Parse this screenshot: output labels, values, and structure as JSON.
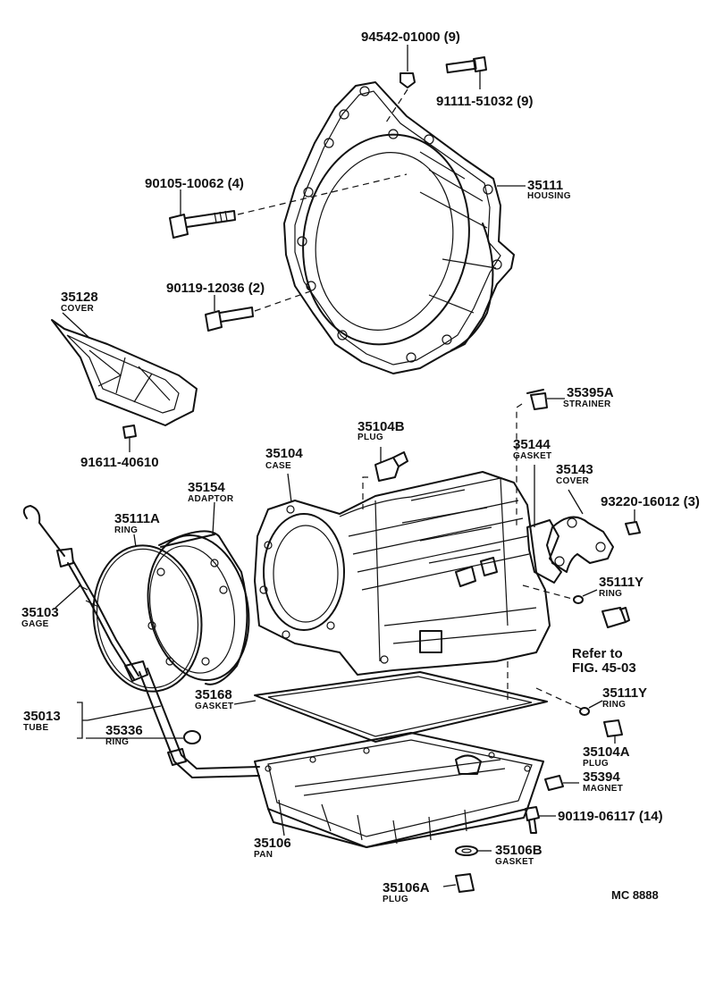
{
  "diagram": {
    "labels": [
      {
        "id": "l-94542",
        "num": "94542-01000 (9)",
        "sub": ""
      },
      {
        "id": "l-91111",
        "num": "91111-51032 (9)",
        "sub": ""
      },
      {
        "id": "l-35111",
        "num": "35111",
        "sub": "HOUSING"
      },
      {
        "id": "l-90105",
        "num": "90105-10062 (4)",
        "sub": ""
      },
      {
        "id": "l-90119a",
        "num": "90119-12036 (2)",
        "sub": ""
      },
      {
        "id": "l-35128",
        "num": "35128",
        "sub": "COVER"
      },
      {
        "id": "l-91611",
        "num": "91611-40610",
        "sub": ""
      },
      {
        "id": "l-35395A",
        "num": "35395A",
        "sub": "STRAINER"
      },
      {
        "id": "l-35104B",
        "num": "35104B",
        "sub": "PLUG"
      },
      {
        "id": "l-35104",
        "num": "35104",
        "sub": "CASE"
      },
      {
        "id": "l-35144",
        "num": "35144",
        "sub": "GASKET"
      },
      {
        "id": "l-35143",
        "num": "35143",
        "sub": "COVER"
      },
      {
        "id": "l-93220",
        "num": "93220-16012 (3)",
        "sub": ""
      },
      {
        "id": "l-35154",
        "num": "35154",
        "sub": "ADAPTOR"
      },
      {
        "id": "l-35111A",
        "num": "35111A",
        "sub": "RING"
      },
      {
        "id": "l-35111Y-a",
        "num": "35111Y",
        "sub": "RING"
      },
      {
        "id": "l-35103",
        "num": "35103",
        "sub": "GAGE"
      },
      {
        "id": "l-35168",
        "num": "35168",
        "sub": "GASKET"
      },
      {
        "id": "l-35111Y-b",
        "num": "35111Y",
        "sub": "RING"
      },
      {
        "id": "l-35013",
        "num": "35013",
        "sub": "TUBE"
      },
      {
        "id": "l-35336",
        "num": "35336",
        "sub": "RING"
      },
      {
        "id": "l-35104A",
        "num": "35104A",
        "sub": "PLUG"
      },
      {
        "id": "l-35394",
        "num": "35394",
        "sub": "MAGNET"
      },
      {
        "id": "l-90119b",
        "num": "90119-06117 (14)",
        "sub": ""
      },
      {
        "id": "l-35106",
        "num": "35106",
        "sub": "PAN"
      },
      {
        "id": "l-35106B",
        "num": "35106B",
        "sub": "GASKET"
      },
      {
        "id": "l-35106A",
        "num": "35106A",
        "sub": "PLUG"
      }
    ],
    "reference": {
      "line1": "Refer to",
      "line2": "FIG. 45-03"
    },
    "code": "MC 8888"
  }
}
